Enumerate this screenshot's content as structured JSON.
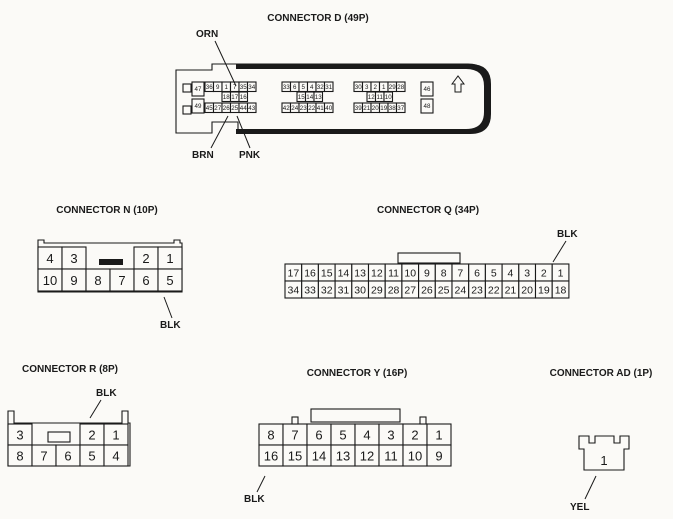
{
  "connector_d": {
    "title": "CONNECTOR D (49P)",
    "callouts": {
      "orn": "ORN",
      "brn": "BRN",
      "pnk": "PNK"
    },
    "pins": {
      "left_side": [
        "47",
        "49"
      ],
      "left_top": [
        "36",
        "9",
        "1",
        "7",
        "35",
        "34"
      ],
      "left_mid": [
        "18",
        "17",
        "16"
      ],
      "left_bottom": [
        "45",
        "27",
        "26",
        "25",
        "44",
        "43"
      ],
      "mid_top": [
        "33",
        "6",
        "5",
        "4",
        "32",
        "31"
      ],
      "mid_mid": [
        "15",
        "14",
        "13"
      ],
      "mid_bottom": [
        "42",
        "24",
        "23",
        "22",
        "41",
        "40"
      ],
      "right_top": [
        "30",
        "3",
        "2",
        "1",
        "29",
        "28"
      ],
      "right_mid": [
        "12",
        "11",
        "10"
      ],
      "right_bottom": [
        "39",
        "21",
        "20",
        "19",
        "38",
        "37"
      ],
      "right_side": [
        "46",
        "48"
      ]
    }
  },
  "connector_n": {
    "title": "CONNECTOR N (10P)",
    "callout": "BLK",
    "top_row": [
      "4",
      "3",
      "",
      "",
      "2",
      "1"
    ],
    "bottom_row": [
      "10",
      "9",
      "8",
      "7",
      "6",
      "5"
    ]
  },
  "connector_q": {
    "title": "CONNECTOR Q (34P)",
    "callout": "BLK",
    "top_row": [
      "17",
      "16",
      "15",
      "14",
      "13",
      "12",
      "11",
      "10",
      "9",
      "8",
      "7",
      "6",
      "5",
      "4",
      "3",
      "2",
      "1"
    ],
    "bottom_row": [
      "34",
      "33",
      "32",
      "31",
      "30",
      "29",
      "28",
      "27",
      "26",
      "25",
      "24",
      "23",
      "22",
      "21",
      "20",
      "19",
      "18"
    ]
  },
  "connector_r": {
    "title": "CONNECTOR R (8P)",
    "callout": "BLK",
    "top_row": [
      "3",
      "",
      "",
      "2",
      "1"
    ],
    "bottom_row": [
      "8",
      "7",
      "6",
      "5",
      "4"
    ]
  },
  "connector_y": {
    "title": "CONNECTOR Y (16P)",
    "callout": "BLK",
    "top_row": [
      "8",
      "7",
      "6",
      "5",
      "4",
      "3",
      "2",
      "1"
    ],
    "bottom_row": [
      "16",
      "15",
      "14",
      "13",
      "12",
      "11",
      "10",
      "9"
    ]
  },
  "connector_ad": {
    "title": "CONNECTOR AD (1P)",
    "callout": "YEL",
    "pin": "1"
  }
}
